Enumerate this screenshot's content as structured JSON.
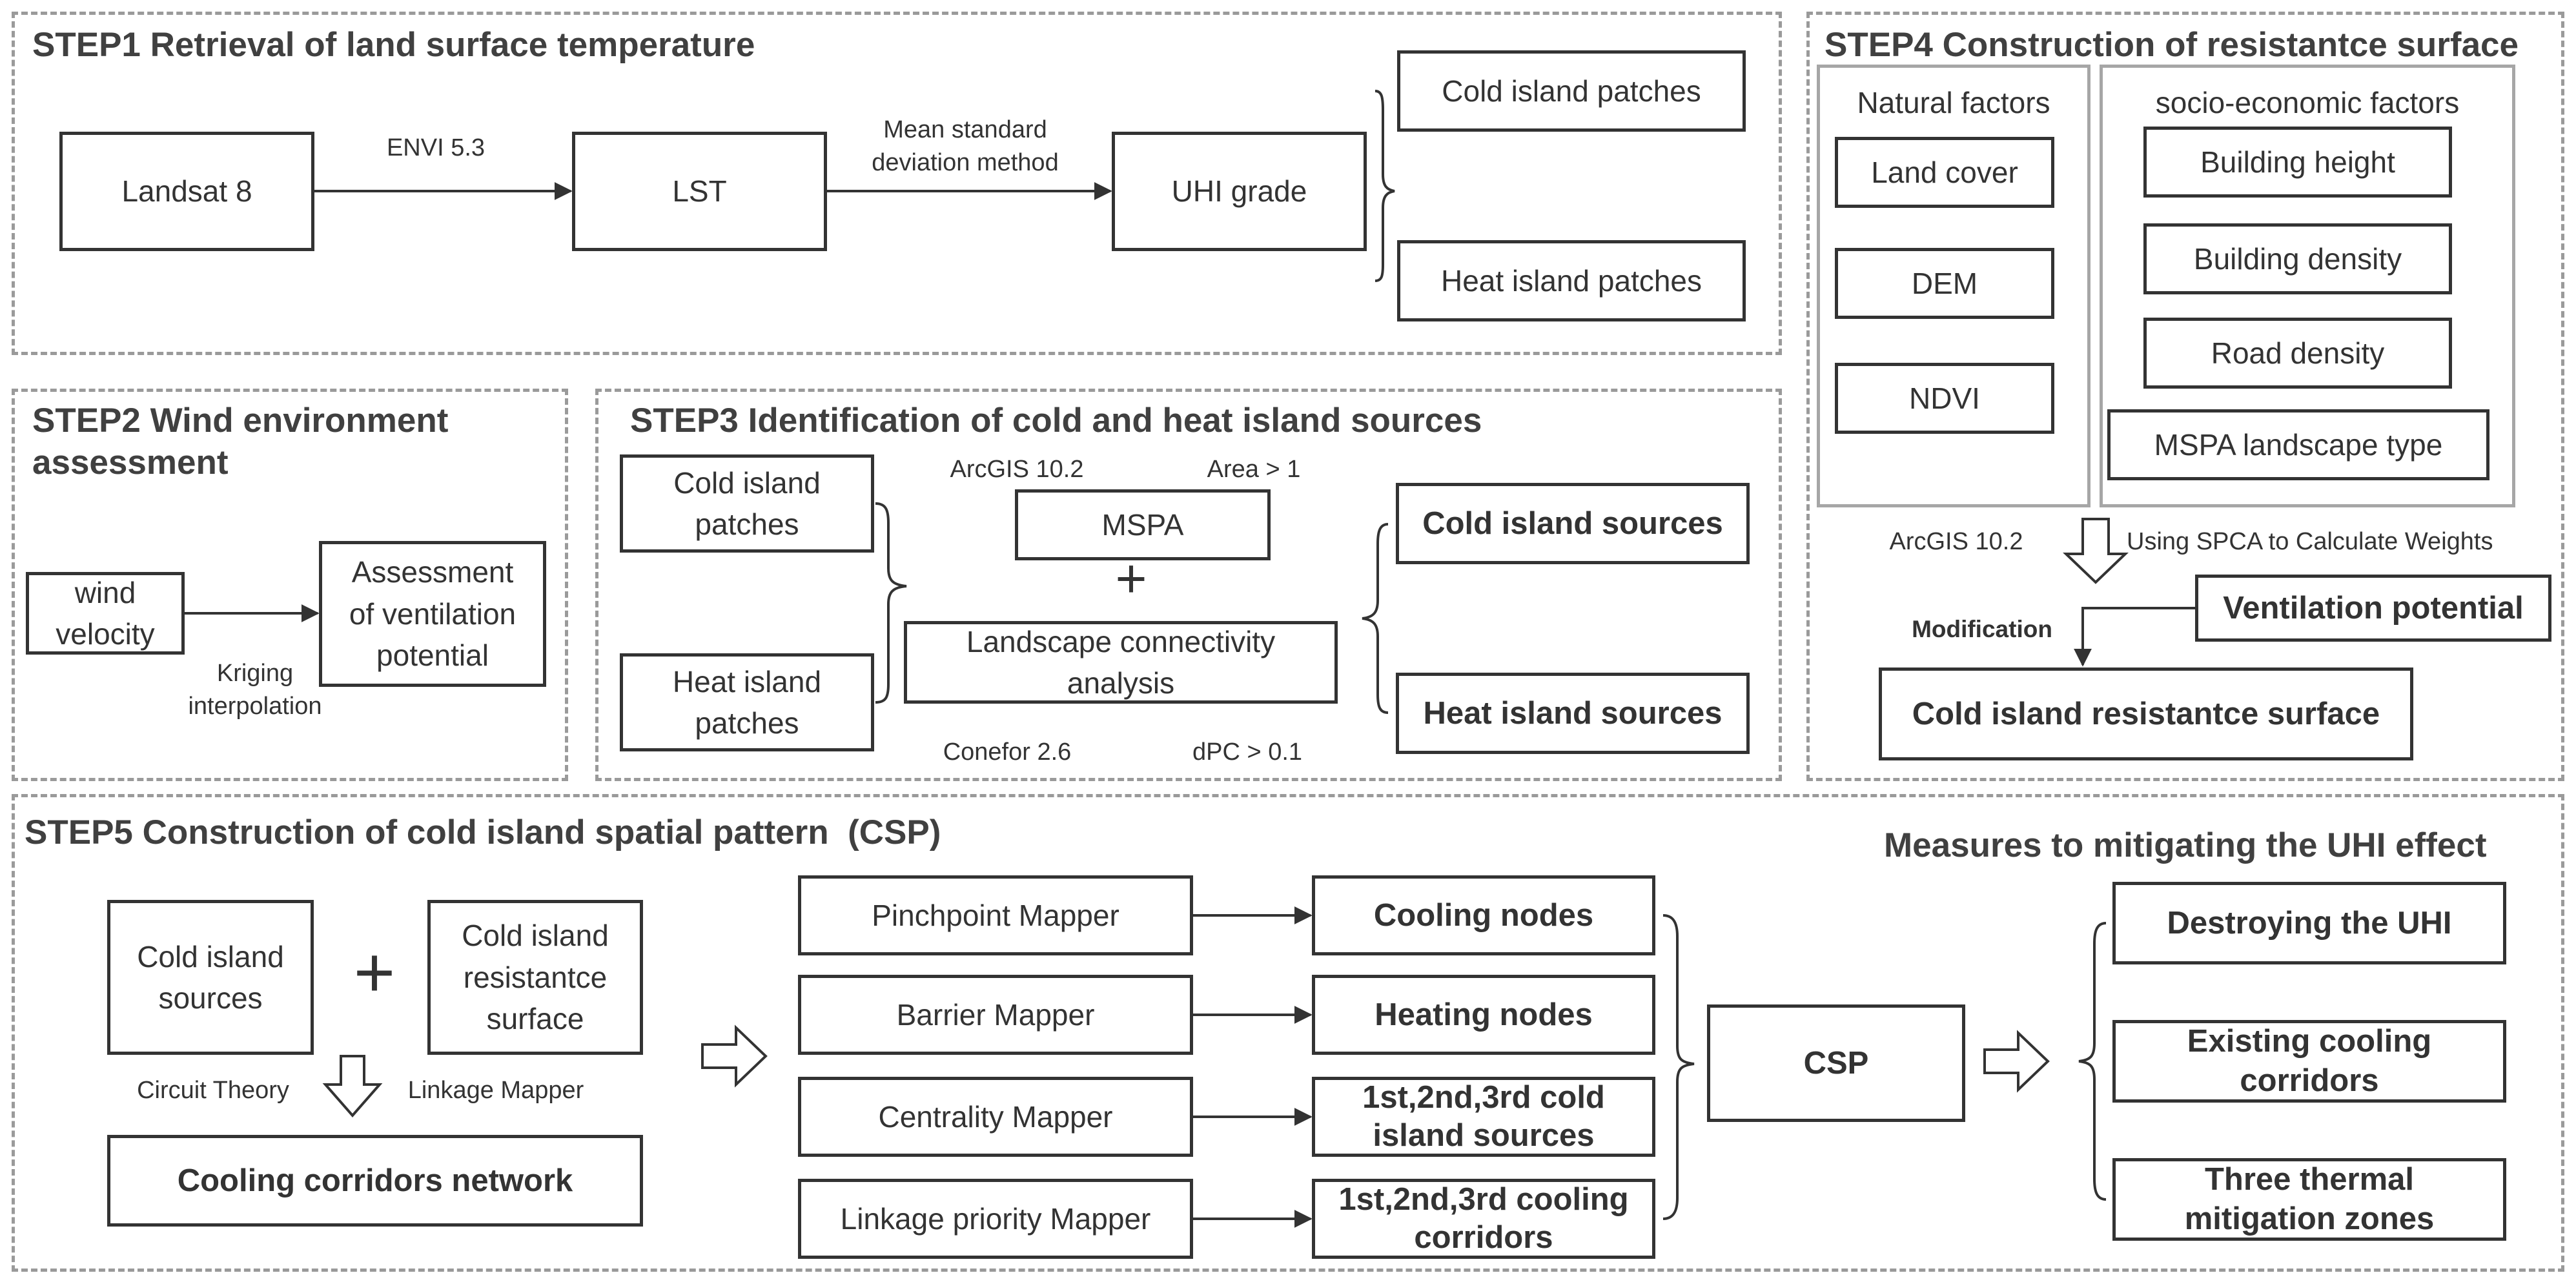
{
  "step1": {
    "title": "STEP1  Retrieval of land surface temperature",
    "landsat": "Landsat 8",
    "envi": "ENVI 5.3",
    "lst": "LST",
    "method": "Mean standard\ndeviation method",
    "uhi_grade": "UHI grade",
    "cold_patches": "Cold island patches",
    "heat_patches": "Heat island patches"
  },
  "step2": {
    "title": "STEP2  Wind environment\n           assessment",
    "wind": "wind\nvelocity",
    "kriging": "Kriging\ninterpolation",
    "assessment": "Assessment\nof ventilation\npotential"
  },
  "step3": {
    "title": "STEP3  Identification of cold and heat island sources",
    "cold_patches": "Cold island\npatches",
    "heat_patches": "Heat island\npatches",
    "arcgis": "ArcGIS 10.2",
    "area": "Area > 1",
    "mspa": "MSPA",
    "plus": "+",
    "connectivity": "Landscape connectivity\nanalysis",
    "conefor": "Conefor 2.6",
    "dpc": "dPC > 0.1",
    "cold_sources": "Cold island sources",
    "heat_sources": "Heat island sources"
  },
  "step4": {
    "title": "STEP4  Construction of resistantce surface",
    "natural_heading": "Natural factors",
    "natural_items": [
      "Land cover",
      "DEM",
      "NDVI"
    ],
    "socio_heading": "socio-economic factors",
    "socio_items": [
      "Building height",
      "Building density",
      "Road density",
      "MSPA landscape type"
    ],
    "arcgis": "ArcGIS 10.2",
    "spca": "Using SPCA to Calculate Weights",
    "modification": "Modification",
    "ventilation": "Ventilation potential",
    "resistance": "Cold island resistantce surface"
  },
  "step5": {
    "title": "STEP5  Construction of cold island spatial pattern  (CSP)",
    "measures_title": "Measures to mitigating the UHI effect",
    "cold_sources": "Cold island\nsources",
    "plus": "+",
    "resistance": "Cold island\nresistantce\nsurface",
    "circuit": "Circuit Theory",
    "linkage": "Linkage Mapper",
    "corridors_network": "Cooling corridors network",
    "mappers": [
      "Pinchpoint Mapper",
      "Barrier  Mapper",
      "Centrality Mapper",
      "Linkage priority Mapper"
    ],
    "outputs": [
      "Cooling nodes",
      "Heating  nodes",
      "1st,2nd,3rd cold\nisland sources",
      "1st,2nd,3rd cooling\ncorridors"
    ],
    "csp": "CSP",
    "measures": [
      "Destroying the UHI",
      "Existing cooling\ncorridors",
      "Three thermal\nmitigation zones"
    ]
  }
}
